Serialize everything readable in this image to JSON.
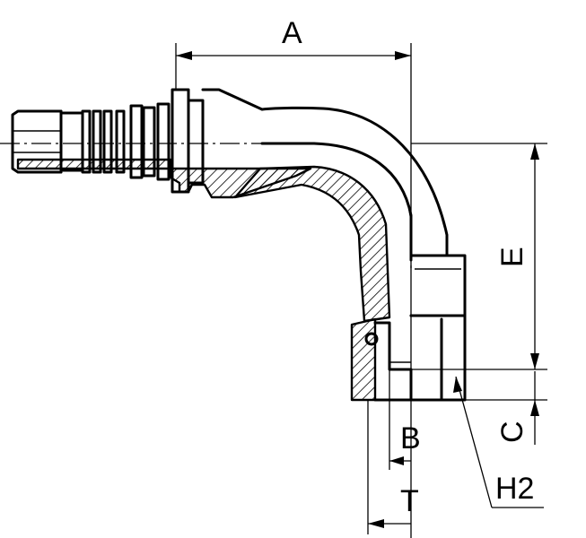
{
  "labels": {
    "A": "A",
    "B": "B",
    "C": "C",
    "E": "E",
    "T": "T",
    "H2": "H2"
  }
}
